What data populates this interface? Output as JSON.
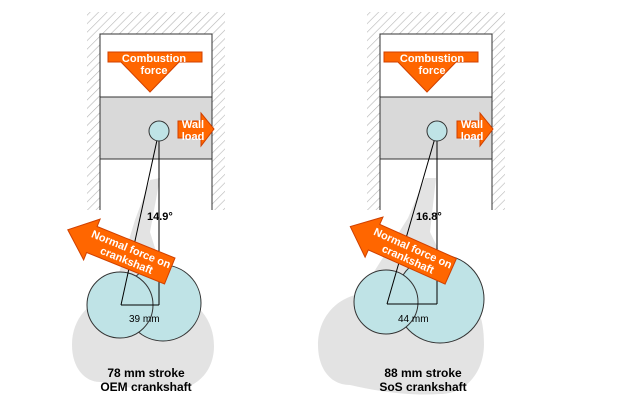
{
  "colors": {
    "arrow": "#ff6600",
    "arrow_stroke": "#d04000",
    "piston": "#d9d9d9",
    "circle": "#bfe3e6",
    "circle_stroke": "#333333",
    "shadow": "#d9d9d9",
    "hatch": "#b5b5b5"
  },
  "panels": [
    {
      "combustion_label": [
        "Combustion",
        "force"
      ],
      "wall_label": [
        "Wall",
        "load"
      ],
      "normal_label": [
        "Normal force on",
        "crankshaft"
      ],
      "angle": "14.9°",
      "crank_dim": "39 mm",
      "caption": {
        "line1": "78 mm stroke",
        "line2": "OEM crankshaft"
      }
    },
    {
      "combustion_label": [
        "Combustion",
        "force"
      ],
      "wall_label": [
        "Wall",
        "load"
      ],
      "normal_label": [
        "Normal force on",
        "crankshaft"
      ],
      "angle": "16.8°",
      "crank_dim": "44 mm",
      "caption": {
        "line1": "88 mm stroke",
        "line2": "SoS crankshaft"
      }
    }
  ]
}
